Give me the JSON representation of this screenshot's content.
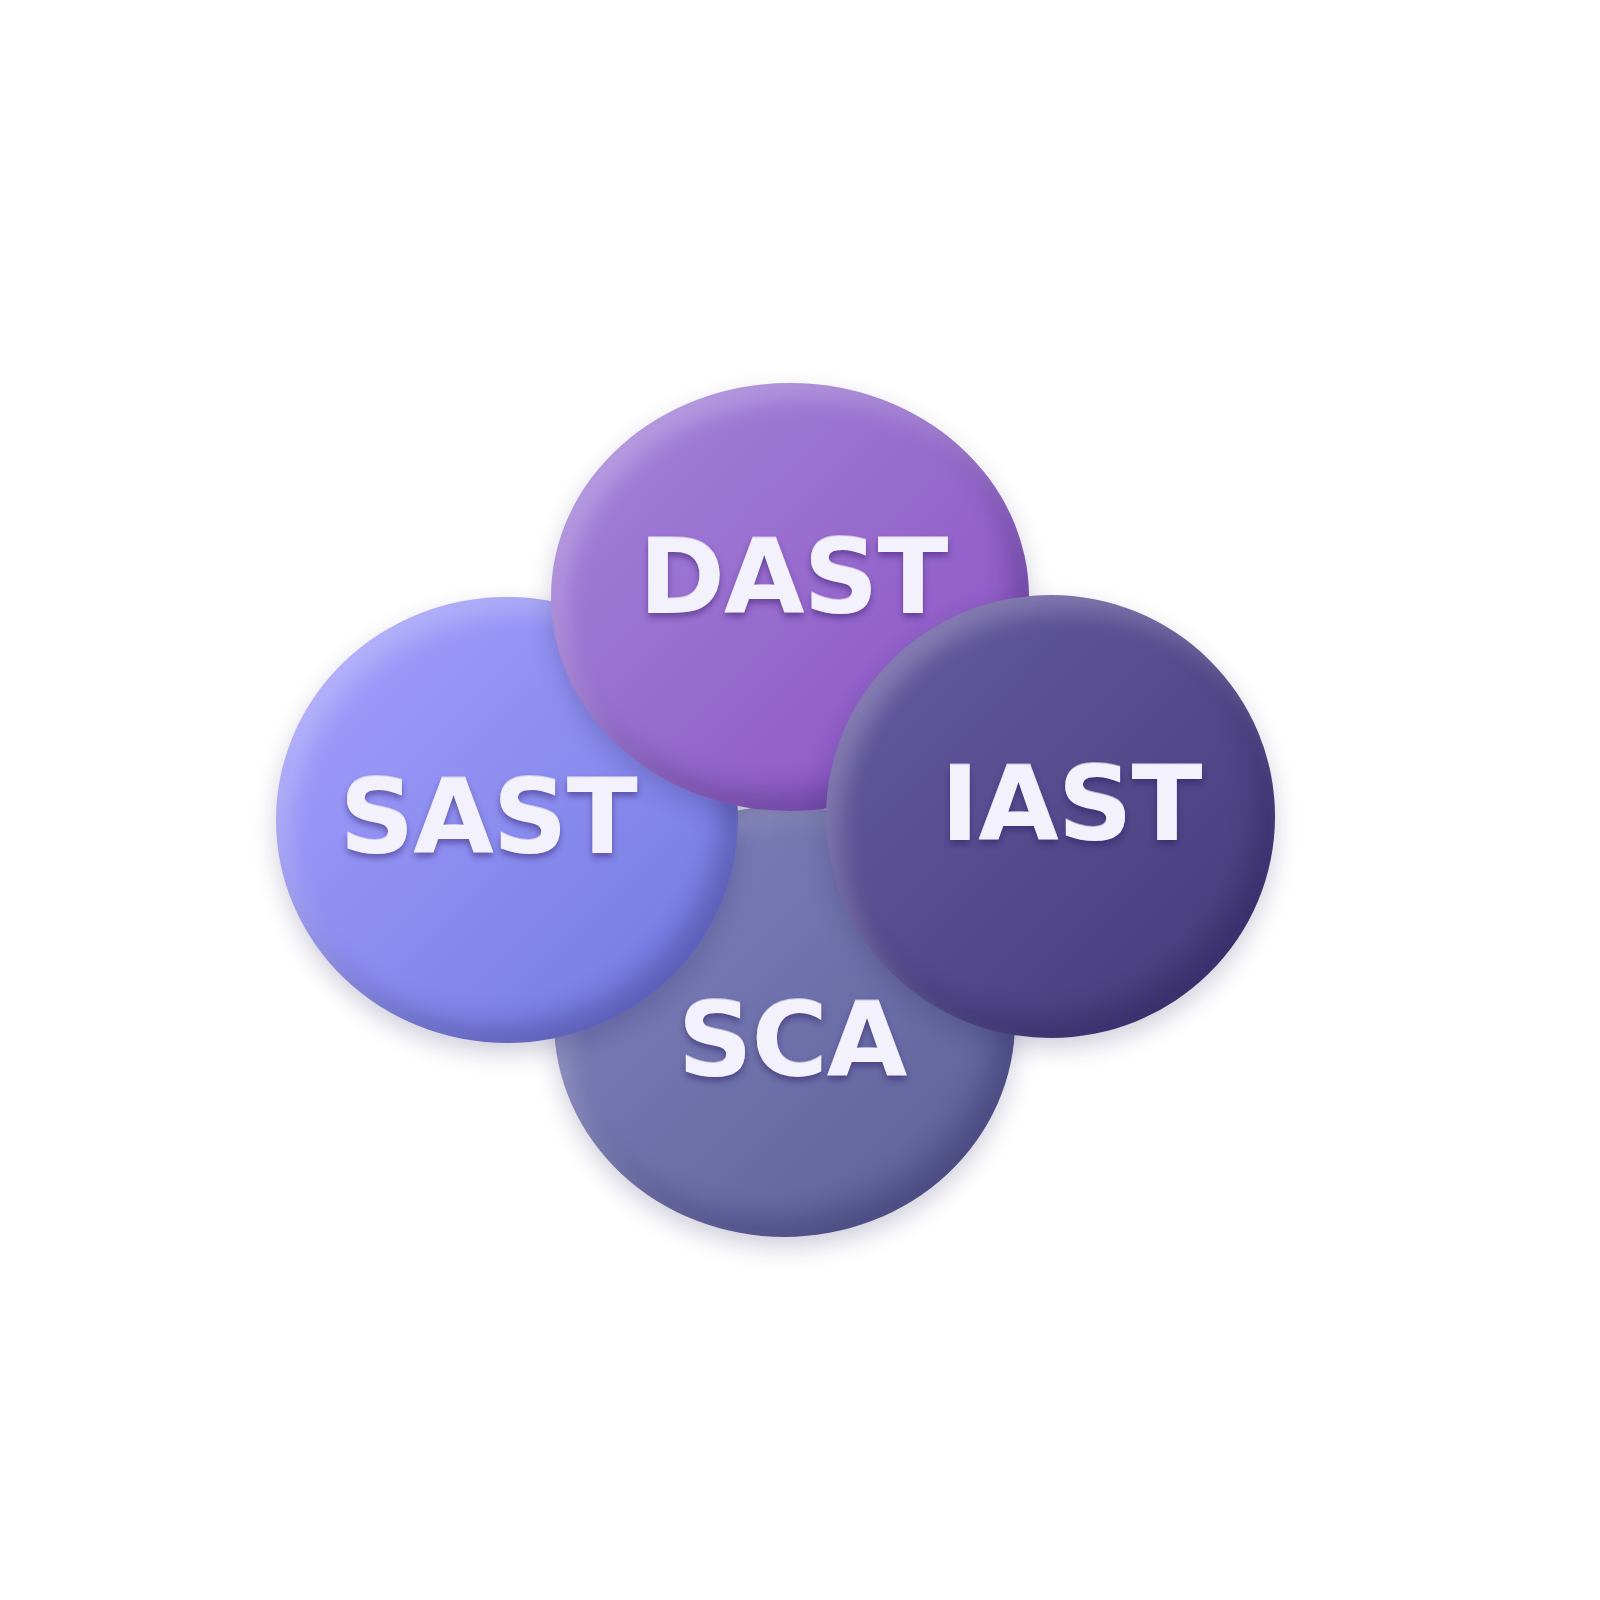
{
  "diagram": {
    "nodes": [
      {
        "text": [
          "DAST"
        ]
      },
      {
        "text": [
          "SAST"
        ]
      },
      {
        "text": [
          "IAST"
        ]
      },
      {
        "text": [
          "SCA"
        ]
      }
    ]
  }
}
